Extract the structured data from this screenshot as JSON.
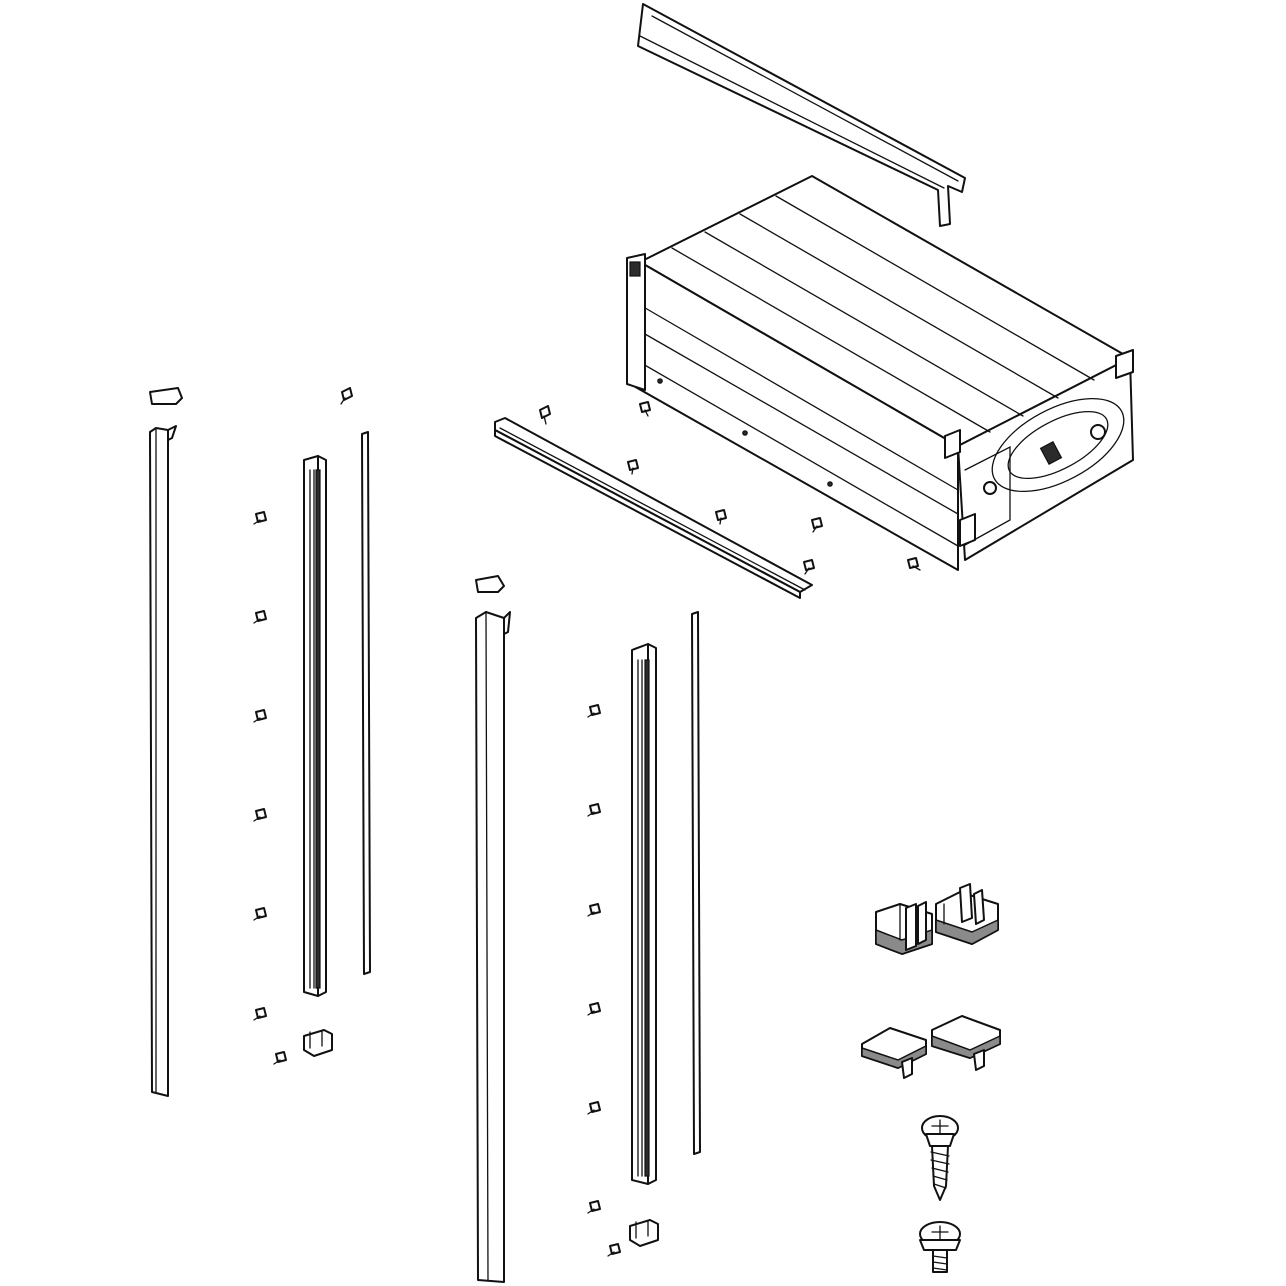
{
  "figure": {
    "type": "exploded-assembly-drawing",
    "line_color": "#111111",
    "background": "#ffffff",
    "parts": [
      "top-cover-profile",
      "roller-shutter-box",
      "bottom-rail",
      "guide-channel-left",
      "guide-rail-left",
      "brush-strip-left",
      "guide-channel-right",
      "guide-rail-right",
      "brush-strip-right",
      "end-caps",
      "cap-plates",
      "tapping-screw",
      "machine-screw"
    ]
  }
}
